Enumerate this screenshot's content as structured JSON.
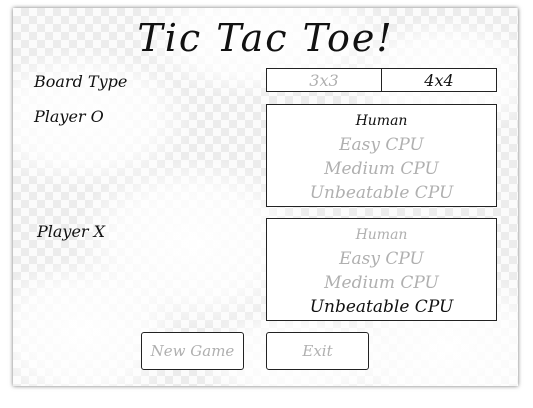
{
  "title": "Tic Tac Toe!",
  "board_type": {
    "label": "Board Type",
    "options": [
      "3x3",
      "4x4"
    ],
    "selected": "4x4"
  },
  "player_o": {
    "label": "Player O",
    "options": [
      "Human",
      "Easy CPU",
      "Medium CPU",
      "Unbeatable CPU"
    ],
    "selected": "Human"
  },
  "player_x": {
    "label": "Player X",
    "options": [
      "Human",
      "Easy CPU",
      "Medium CPU",
      "Unbeatable CPU"
    ],
    "selected": "Unbeatable CPU"
  },
  "buttons": {
    "new_game": "New Game",
    "exit": "Exit"
  },
  "colors": {
    "active_text": "#111111",
    "dim_text": "#b0b0b0",
    "border": "#222222"
  }
}
